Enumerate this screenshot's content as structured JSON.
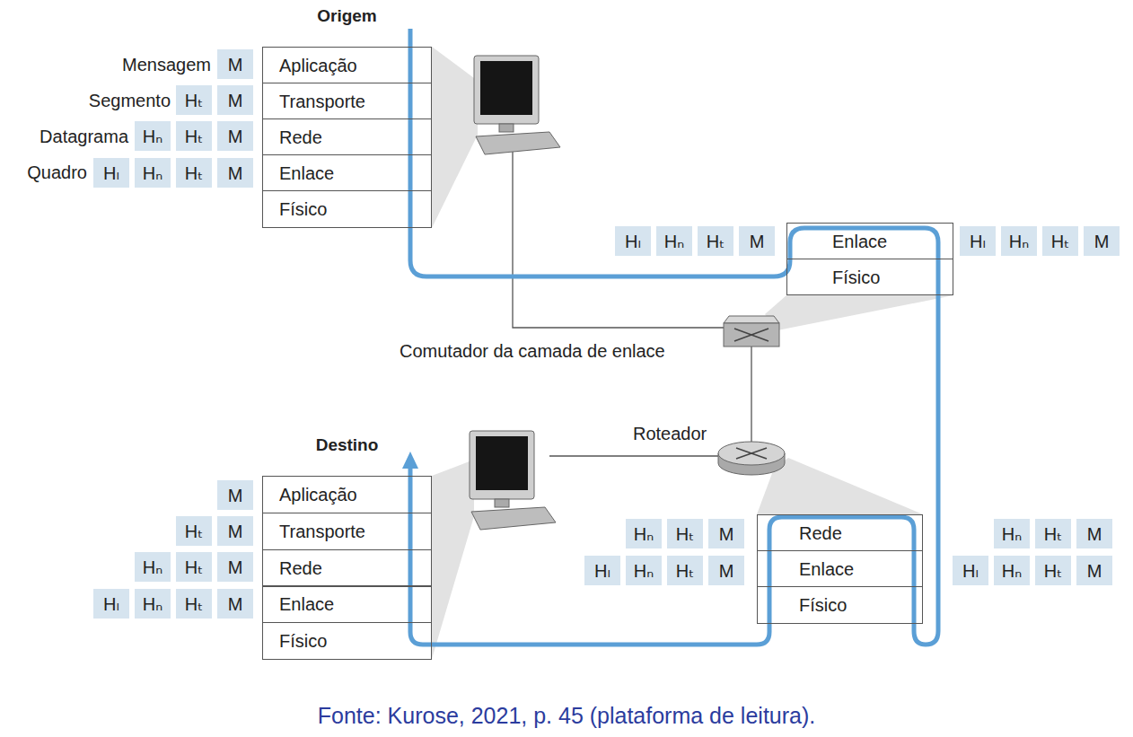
{
  "diagram": {
    "caption": "Fonte: Kurose, 2021, p. 45 (plataforma de leitura).",
    "nodes": [
      {
        "text": [
          "Origem"
        ]
      },
      {
        "text": [
          "Aplicação"
        ],
        "in": 0
      },
      {
        "text": [
          "Transporte"
        ],
        "in": 0
      },
      {
        "text": [
          "Rede"
        ],
        "in": 0
      },
      {
        "text": [
          "Enlace"
        ],
        "in": 0
      },
      {
        "text": [
          "Físico"
        ],
        "in": 0
      },
      {
        "text": [
          "M"
        ]
      },
      {
        "text": [
          "Hₜ"
        ]
      },
      {
        "text": [
          "M"
        ]
      },
      {
        "text": [
          "Hₙ"
        ]
      },
      {
        "text": [
          "Hₜ"
        ]
      },
      {
        "text": [
          "M"
        ]
      },
      {
        "text": [
          "Hₗ"
        ]
      },
      {
        "text": [
          "Hₙ"
        ]
      },
      {
        "text": [
          "Hₜ"
        ]
      },
      {
        "text": [
          "M"
        ]
      },
      {
        "text": [
          "Enlace"
        ]
      },
      {
        "text": [
          "Físico"
        ]
      },
      {
        "text": [
          "Hₗ"
        ]
      },
      {
        "text": [
          "Hₙ"
        ]
      },
      {
        "text": [
          "Hₜ"
        ]
      },
      {
        "text": [
          "M"
        ]
      },
      {
        "text": [
          "Hₗ"
        ]
      },
      {
        "text": [
          "Hₙ"
        ]
      },
      {
        "text": [
          "Hₜ"
        ]
      },
      {
        "text": [
          "M"
        ]
      },
      {
        "text": [
          "Destino"
        ]
      },
      {
        "text": [
          "Aplicação"
        ],
        "in": 26
      },
      {
        "text": [
          "Transporte"
        ],
        "in": 26
      },
      {
        "text": [
          "Rede"
        ],
        "in": 26
      },
      {
        "text": [
          "Enlace"
        ],
        "in": 26
      },
      {
        "text": [
          "Físico"
        ],
        "in": 26
      },
      {
        "text": [
          "M"
        ]
      },
      {
        "text": [
          "Hₜ"
        ]
      },
      {
        "text": [
          "M"
        ]
      },
      {
        "text": [
          "Hₙ"
        ]
      },
      {
        "text": [
          "Hₜ"
        ]
      },
      {
        "text": [
          "M"
        ]
      },
      {
        "text": [
          "Hₗ"
        ]
      },
      {
        "text": [
          "Hₙ"
        ]
      },
      {
        "text": [
          "Hₜ"
        ]
      },
      {
        "text": [
          "M"
        ]
      },
      {
        "text": [
          "Rede"
        ]
      },
      {
        "text": [
          "Enlace"
        ]
      },
      {
        "text": [
          "Físico"
        ]
      },
      {
        "text": [
          "Hₙ"
        ]
      },
      {
        "text": [
          "Hₜ"
        ]
      },
      {
        "text": [
          "M"
        ]
      },
      {
        "text": [
          "Hₗ"
        ]
      },
      {
        "text": [
          "Hₙ"
        ]
      },
      {
        "text": [
          "Hₜ"
        ]
      },
      {
        "text": [
          "M"
        ]
      },
      {
        "text": [
          "Hₙ"
        ]
      },
      {
        "text": [
          "Hₜ"
        ]
      },
      {
        "text": [
          "M"
        ]
      },
      {
        "text": [
          "Hₗ"
        ]
      },
      {
        "text": [
          "Hₙ"
        ]
      },
      {
        "text": [
          "Hₜ"
        ]
      },
      {
        "text": [
          "M"
        ]
      }
    ],
    "labels": [
      "Mensagem",
      "Segmento",
      "Datagrama",
      "Quadro",
      "Comutador da camada de enlace",
      "Roteador"
    ]
  }
}
